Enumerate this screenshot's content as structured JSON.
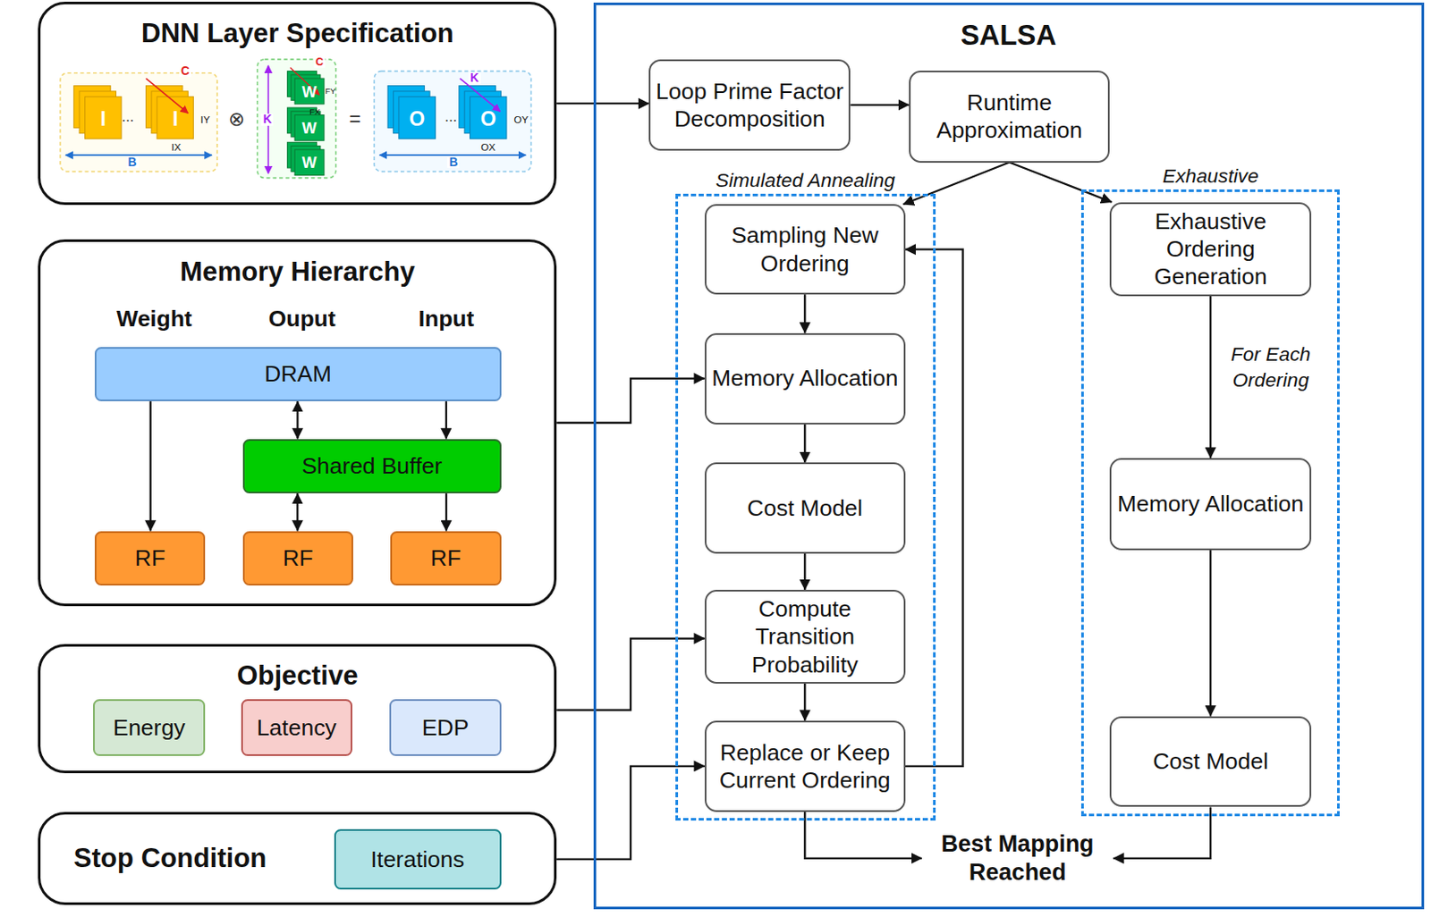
{
  "diagram": {
    "nodes": [
      {
        "text": [
          "DNN Layer Specification"
        ]
      },
      {
        "text": [
          "Memory Hierarchy"
        ]
      },
      {
        "text": [
          "DRAM"
        ],
        "in": 1
      },
      {
        "text": [
          "Shared Buffer"
        ],
        "in": 1
      },
      {
        "text": [
          "RF"
        ],
        "in": 1
      },
      {
        "text": [
          "RF"
        ],
        "in": 1
      },
      {
        "text": [
          "RF"
        ],
        "in": 1
      },
      {
        "text": [
          "Objective"
        ]
      },
      {
        "text": [
          "Energy"
        ],
        "in": 7
      },
      {
        "text": [
          "Latency"
        ],
        "in": 7
      },
      {
        "text": [
          "EDP"
        ],
        "in": 7
      },
      {
        "text": [
          "Stop Condition"
        ]
      },
      {
        "text": [
          "Iterations"
        ],
        "in": 11
      },
      {
        "text": [
          "SALSA"
        ]
      },
      {
        "text": [
          "Loop Prime Factor Decomposition"
        ],
        "in": 13
      },
      {
        "text": [
          "Runtime Approximation"
        ],
        "in": 13
      },
      {
        "text": [
          "Simulated Annealing"
        ],
        "in": 13
      },
      {
        "text": [
          "Sampling New Ordering"
        ],
        "in": 16
      },
      {
        "text": [
          "Memory Allocation"
        ],
        "in": 16
      },
      {
        "text": [
          "Cost Model"
        ],
        "in": 16
      },
      {
        "text": [
          "Compute Transition Probability"
        ],
        "in": 16
      },
      {
        "text": [
          "Replace or Keep Current Ordering"
        ],
        "in": 16
      },
      {
        "text": [
          "Exhaustive"
        ],
        "in": 13
      },
      {
        "text": [
          "Exhaustive Ordering Generation"
        ],
        "in": 22
      },
      {
        "text": [
          "Memory Allocation"
        ],
        "in": 22
      },
      {
        "text": [
          "Cost Model"
        ],
        "in": 22
      },
      {
        "text": [
          "Best Mapping Reached"
        ],
        "in": 13
      }
    ],
    "edges": [
      {
        "from": 0,
        "to": 14,
        "arrow": "to"
      },
      {
        "from": 14,
        "to": 15,
        "arrow": "to"
      },
      {
        "from": 15,
        "to": 17,
        "arrow": "to"
      },
      {
        "from": 15,
        "to": 23,
        "arrow": "to"
      },
      {
        "from": 17,
        "to": 18,
        "arrow": "to"
      },
      {
        "from": 18,
        "to": 19,
        "arrow": "to"
      },
      {
        "from": 19,
        "to": 20,
        "arrow": "to"
      },
      {
        "from": 20,
        "to": 21,
        "arrow": "to"
      },
      {
        "from": 21,
        "to": 17,
        "arrow": "to"
      },
      {
        "from": 1,
        "to": 18,
        "arrow": "to"
      },
      {
        "from": 7,
        "to": 20,
        "arrow": "to"
      },
      {
        "from": 11,
        "to": 21,
        "arrow": "to"
      },
      {
        "from": 23,
        "to": 24,
        "label": "For Each Ordering",
        "arrow": "to"
      },
      {
        "from": 24,
        "to": 25,
        "arrow": "to"
      },
      {
        "from": 21,
        "to": 26,
        "arrow": "to"
      },
      {
        "from": 25,
        "to": 26,
        "arrow": "to"
      },
      {
        "from": 2,
        "to": 4,
        "arrow": "to"
      },
      {
        "from": 2,
        "to": 3,
        "arrow": "both"
      },
      {
        "from": 2,
        "to": 3,
        "arrow": "to"
      },
      {
        "from": 3,
        "to": 5,
        "arrow": "both"
      },
      {
        "from": 3,
        "to": 6,
        "arrow": "to"
      }
    ],
    "labels": [
      "I",
      "...",
      "C",
      "I",
      "IY",
      "IX",
      "B",
      "⊗",
      "K",
      "C",
      "W",
      "FY",
      "FX",
      "W",
      "W",
      "=",
      "O",
      "...",
      "K",
      "O",
      "OY",
      "OX",
      "B",
      "Weight",
      "Ouput",
      "Input"
    ]
  }
}
